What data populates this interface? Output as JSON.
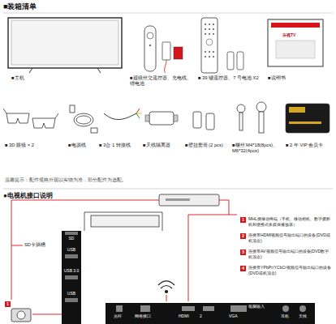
{
  "diagram": {
    "nodes": [
      {
        "text": [
          "SD",
          "USB",
          "USB 3.0",
          "USB"
        ]
      },
      {
        "text": [
          "光纤",
          "网络接口",
          "HDMI",
          "2",
          "VGA",
          "电脑输入",
          "耳机",
          "天线"
        ]
      }
    ],
    "labels": [
      "■装箱清单",
      "■主机",
      "■超级丝交遥控器、充电线、锂电池",
      "■ 39 键遥控器、7 号电池 X2",
      "■说明书",
      "■ 3D 眼镜 × 2",
      "■电源线",
      "■ 3合 1 转接线",
      "■天线隔离器",
      "■壁挂套筒 (2 pcs)",
      "■螺丝 M4*18(8pcs)、M6*32(4pcs)",
      "■ 2 年 VIP 会员卡",
      "温馨提示：配件规格外观以实物为准，部分配件为选配。",
      "●电视机接口说明",
      "SD卡插槽",
      "1",
      "MHL接移动终端（手机、移动相机、数字摄影机和便携式多媒体播放器）",
      "2",
      "连接带HDMI视频信号输出端口的设备(DVD或机顶盒)",
      "3",
      "连接带AV视频信号输出端口的设备(DVD数字机顶盒)",
      "4",
      "连接带YPbPr/YCbCr视频信号输出端口的设备(DVD或机顶盒)",
      "1",
      "乐视TV"
    ]
  }
}
